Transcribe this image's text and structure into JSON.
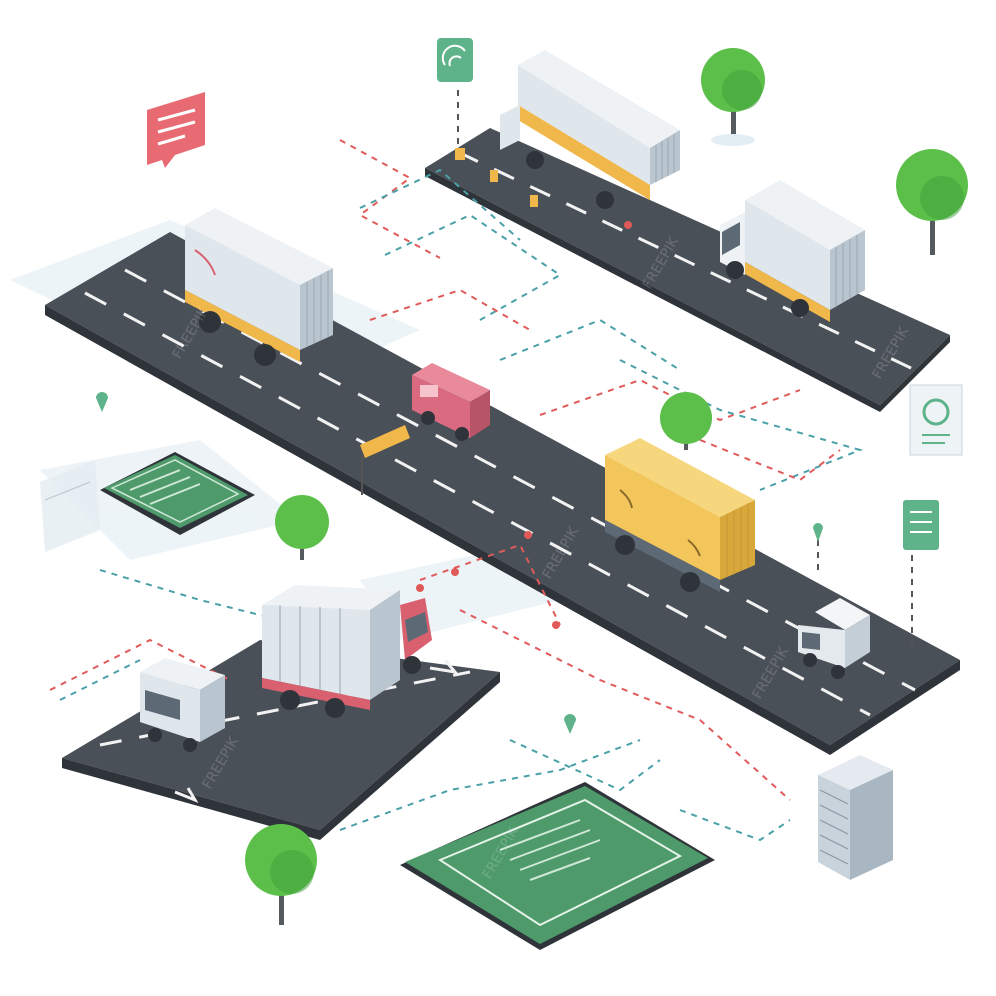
{
  "scene": {
    "description_tag": "isometric-logistics-illustration",
    "watermark": "FREEPIK",
    "colors": {
      "background": "#ffffff",
      "road": "#4a5058",
      "road_edge": "#2f343a",
      "lane_marking": "#f2f2f2",
      "curb": "#dde6ec",
      "tree_leaf": "#5cbf4a",
      "tree_leaf_dark": "#3e9e3a",
      "trunk": "#555a5e",
      "truck_box_white": "#dfe6ec",
      "truck_box_shade": "#b9c5cf",
      "truck_box_yellow": "#f2c65a",
      "truck_cab_red": "#d9606f",
      "van_pink": "#d96a80",
      "board_green": "#4e9a6a",
      "sign_red": "#e86a72",
      "sign_teal": "#5fb38a",
      "dash_red": "#e05a5a",
      "dash_teal": "#4aa0a8",
      "gate_yellow": "#f0b84a",
      "building": "#c9d3dc"
    },
    "icons": [
      "message-icon",
      "location-pin-icon",
      "document-icon",
      "signal-icon"
    ],
    "vehicles": [
      "truck",
      "truck",
      "truck",
      "van",
      "truck",
      "van",
      "truck",
      "truck"
    ]
  }
}
